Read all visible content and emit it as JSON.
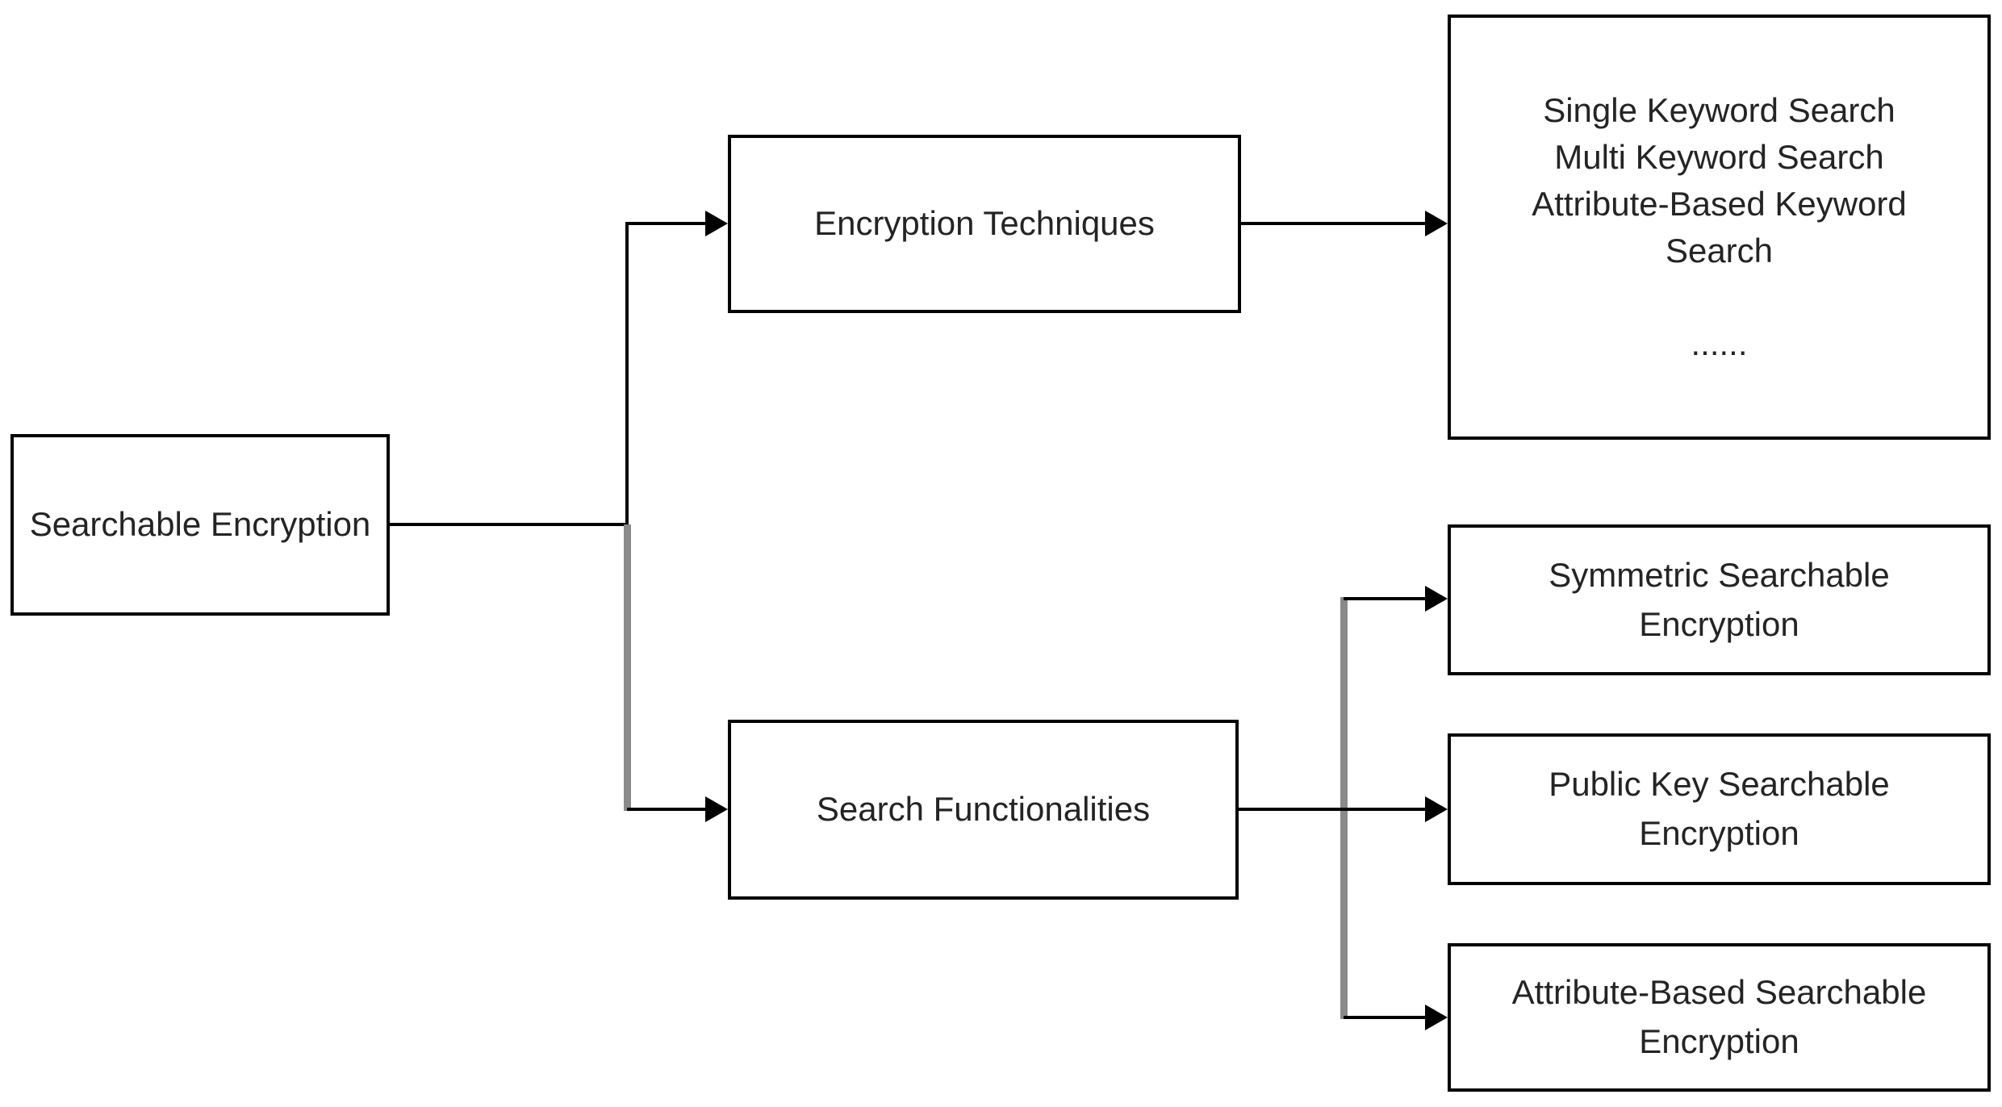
{
  "diagram": {
    "nodes": {
      "root": {
        "label": "Searchable Encryption"
      },
      "encryption_techniques": {
        "label": "Encryption Techniques"
      },
      "search_functionalities": {
        "label": "Search Functionalities"
      },
      "keyword_search_types": {
        "lines": [
          "Single Keyword Search",
          "Multi Keyword Search",
          "Attribute-Based Keyword",
          "Search",
          "",
          "......"
        ]
      },
      "symmetric_searchable": {
        "lines": [
          "Symmetric Searchable",
          "Encryption"
        ]
      },
      "public_key_searchable": {
        "lines": [
          "Public Key Searchable",
          "Encryption"
        ]
      },
      "attribute_based_searchable": {
        "lines": [
          "Attribute-Based Searchable",
          "Encryption"
        ]
      }
    },
    "colors": {
      "box_border": "#000000",
      "box_fill": "#ffffff",
      "text": "#242424",
      "connector_primary": "#000000",
      "connector_secondary": "#8a8a8a",
      "background": "#ffffff"
    }
  }
}
